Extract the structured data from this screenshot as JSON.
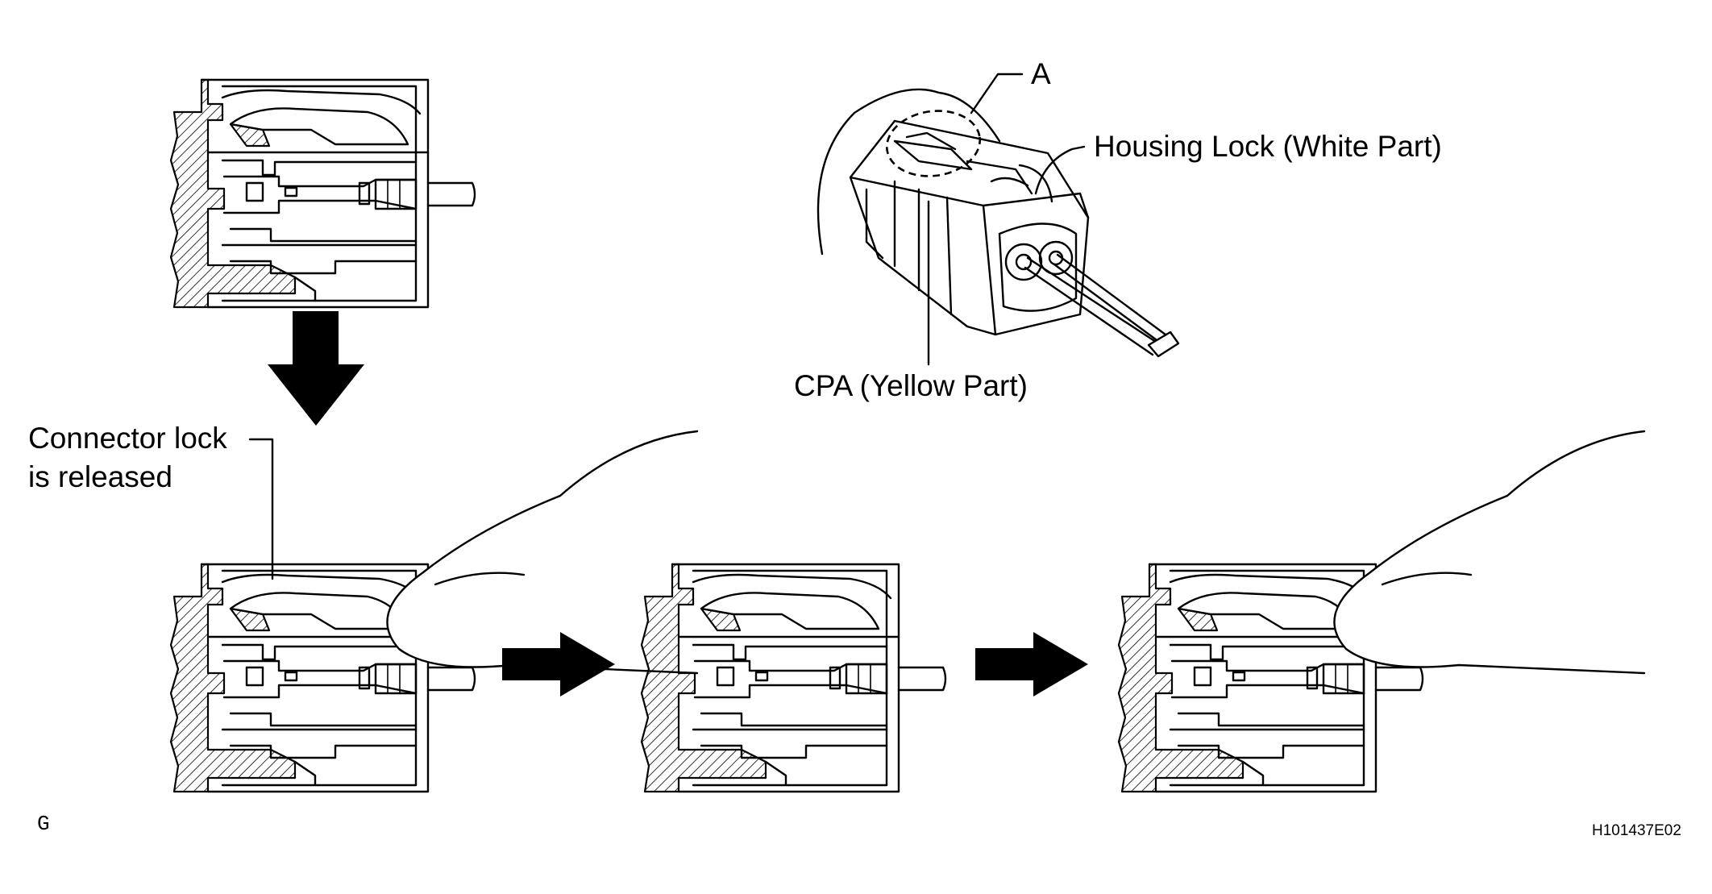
{
  "labels": {
    "a": "A",
    "housing_lock": "Housing Lock (White Part)",
    "cpa": "CPA (Yellow Part)",
    "connector_lock_line1": "Connector lock",
    "connector_lock_line2": "is released",
    "corner_g": "G",
    "figure_code": "H101437E02"
  }
}
